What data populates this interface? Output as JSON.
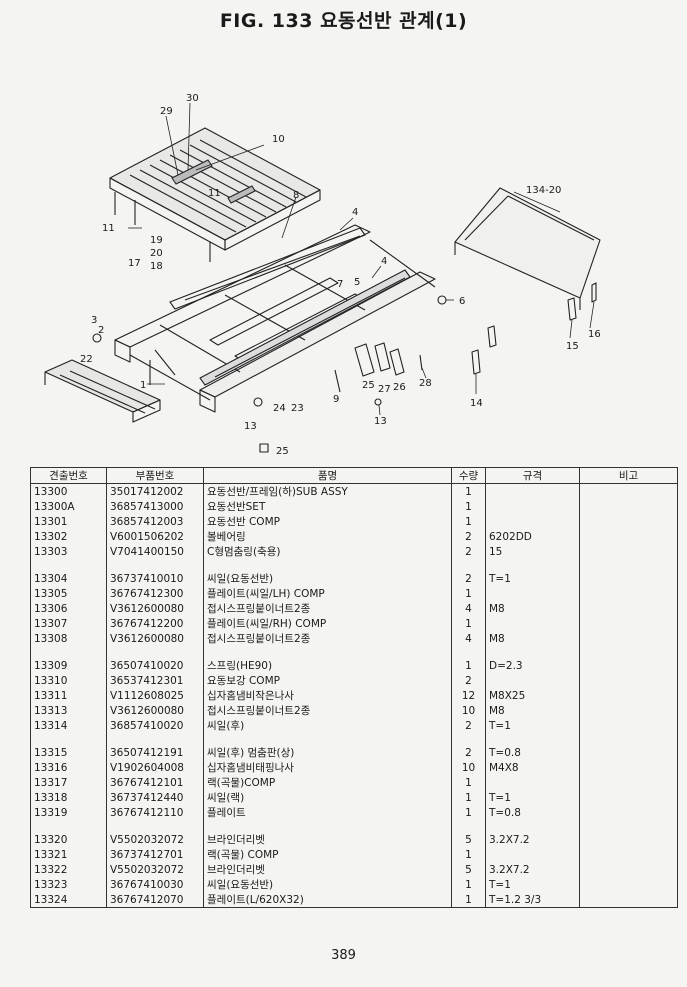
{
  "header": {
    "title": "FIG. 133 요동선반 관계(1)"
  },
  "diagram": {
    "callouts": [
      "30",
      "29",
      "10",
      "8",
      "11",
      "11",
      "19",
      "20",
      "17",
      "18",
      "4",
      "7",
      "5",
      "4",
      "6",
      "134-20",
      "16",
      "15",
      "3",
      "2",
      "22",
      "1",
      "24",
      "23",
      "9",
      "25",
      "27",
      "26",
      "28",
      "13",
      "14",
      "13",
      "25"
    ]
  },
  "table": {
    "headers": [
      "견출번호",
      "부품번호",
      "품명",
      "수량",
      "규격",
      "비고"
    ],
    "groups": [
      [
        {
          "no": "13300",
          "part": "35017412002",
          "name": "요동선반/프레임(하)SUB ASSY",
          "qty": "1",
          "spec": ""
        },
        {
          "no": "13300A",
          "part": "36857413000",
          "name": "요동선반SET",
          "qty": "1",
          "spec": ""
        },
        {
          "no": "13301",
          "part": "36857412003",
          "name": "요동선반 COMP",
          "qty": "1",
          "spec": ""
        },
        {
          "no": "13302",
          "part": "V6001506202",
          "name": "볼베어링",
          "qty": "2",
          "spec": "6202DD"
        },
        {
          "no": "13303",
          "part": "V7041400150",
          "name": "C형멈춤링(축용)",
          "qty": "2",
          "spec": "15"
        }
      ],
      [
        {
          "no": "13304",
          "part": "36737410010",
          "name": "씨일(요동선반)",
          "qty": "2",
          "spec": "T=1"
        },
        {
          "no": "13305",
          "part": "36767412300",
          "name": "플레이트(씨일/LH) COMP",
          "qty": "1",
          "spec": ""
        },
        {
          "no": "13306",
          "part": "V3612600080",
          "name": "접시스프링붙이너트2종",
          "qty": "4",
          "spec": "M8"
        },
        {
          "no": "13307",
          "part": "36767412200",
          "name": "플레이트(씨일/RH) COMP",
          "qty": "1",
          "spec": ""
        },
        {
          "no": "13308",
          "part": "V3612600080",
          "name": "접시스프링붙이너트2종",
          "qty": "4",
          "spec": "M8"
        }
      ],
      [
        {
          "no": "13309",
          "part": "36507410020",
          "name": "스프링(HE90)",
          "qty": "1",
          "spec": "D=2.3"
        },
        {
          "no": "13310",
          "part": "36537412301",
          "name": "요동보강 COMP",
          "qty": "2",
          "spec": ""
        },
        {
          "no": "13311",
          "part": "V1112608025",
          "name": "십자홈냄비작은나사",
          "qty": "12",
          "spec": "M8X25"
        },
        {
          "no": "13313",
          "part": "V3612600080",
          "name": "접시스프링붙이너트2종",
          "qty": "10",
          "spec": "M8"
        },
        {
          "no": "13314",
          "part": "36857410020",
          "name": "씨일(후)",
          "qty": "2",
          "spec": "T=1"
        }
      ],
      [
        {
          "no": "13315",
          "part": "36507412191",
          "name": "씨일(후) 멈춤판(상)",
          "qty": "2",
          "spec": "T=0.8"
        },
        {
          "no": "13316",
          "part": "V1902604008",
          "name": "십자홈냄비태핑나사",
          "qty": "10",
          "spec": "M4X8"
        },
        {
          "no": "13317",
          "part": "36767412101",
          "name": "랙(곡물)COMP",
          "qty": "1",
          "spec": ""
        },
        {
          "no": "13318",
          "part": "36737412440",
          "name": "씨일(랙)",
          "qty": "1",
          "spec": "T=1"
        },
        {
          "no": "13319",
          "part": "36767412110",
          "name": "플레이트",
          "qty": "1",
          "spec": "T=0.8"
        }
      ],
      [
        {
          "no": "13320",
          "part": "V5502032072",
          "name": "브라인더리벳",
          "qty": "5",
          "spec": "3.2X7.2"
        },
        {
          "no": "13321",
          "part": "36737412701",
          "name": "랙(곡물) COMP",
          "qty": "1",
          "spec": ""
        },
        {
          "no": "13322",
          "part": "V5502032072",
          "name": "브라인더리벳",
          "qty": "5",
          "spec": "3.2X7.2"
        },
        {
          "no": "13323",
          "part": "36767410030",
          "name": "씨일(요동선반)",
          "qty": "1",
          "spec": "T=1"
        },
        {
          "no": "13324",
          "part": "36767412070",
          "name": "플레이트(L/620X32)",
          "qty": "1",
          "spec": "T=1.2  3/3"
        }
      ]
    ]
  },
  "footer": {
    "page_number": "389"
  }
}
